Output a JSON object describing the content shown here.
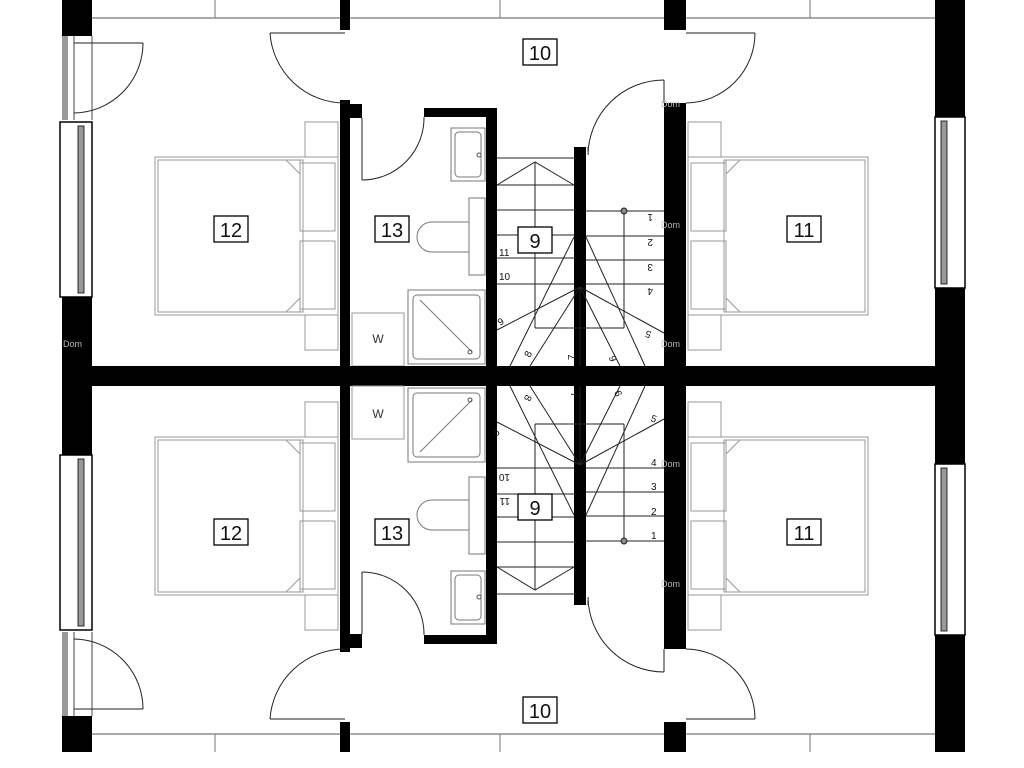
{
  "plan": {
    "room_labels_top": [
      "10",
      "12",
      "13",
      "9",
      "11"
    ],
    "room_labels_bottom": [
      "10",
      "12",
      "13",
      "9",
      "11"
    ],
    "washer_label": "W",
    "stair_steps_top": [
      "1",
      "2",
      "3",
      "4",
      "5",
      "6",
      "7",
      "8",
      "9",
      "10",
      "11"
    ],
    "stair_steps_bottom": [
      "1",
      "2",
      "3",
      "4",
      "5",
      "6",
      "7",
      "8",
      "9",
      "10",
      "11"
    ],
    "watermark": "Dom"
  }
}
